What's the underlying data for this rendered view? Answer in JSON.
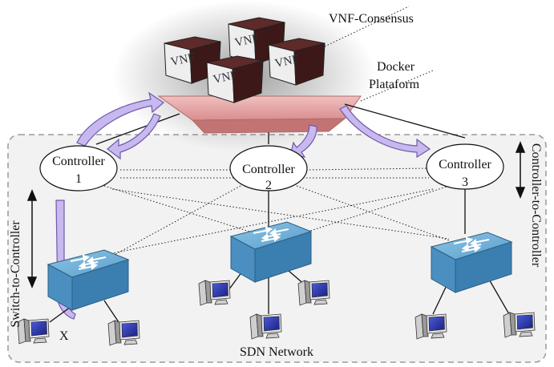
{
  "labels": {
    "vnf_consensus": "VNF-Consensus",
    "docker_line1": "Docker",
    "docker_line2": "Plataform",
    "sdn_network": "SDN Network",
    "switch_to_controller": "Switch-to-Controller",
    "controller_to_controller": "Controller-to-Controller",
    "failure_mark": "X"
  },
  "vnf_cube_label": "VNF",
  "controllers": [
    {
      "name": "Controller",
      "number": "1"
    },
    {
      "name": "Controller",
      "number": "2"
    },
    {
      "name": "Controller",
      "number": "3"
    }
  ],
  "colors": {
    "cube_dark": "#4a1e1e",
    "cube_light": "#eeeeee",
    "platform": "#d98d8d",
    "arrow_fill": "#c8b8f0",
    "arrow_stroke": "#6f5aa8",
    "switch_top": "#6aaed6",
    "switch_side": "#3b7fb0",
    "region_fill": "#f2f2f2",
    "region_stroke": "#9a9a9a"
  }
}
